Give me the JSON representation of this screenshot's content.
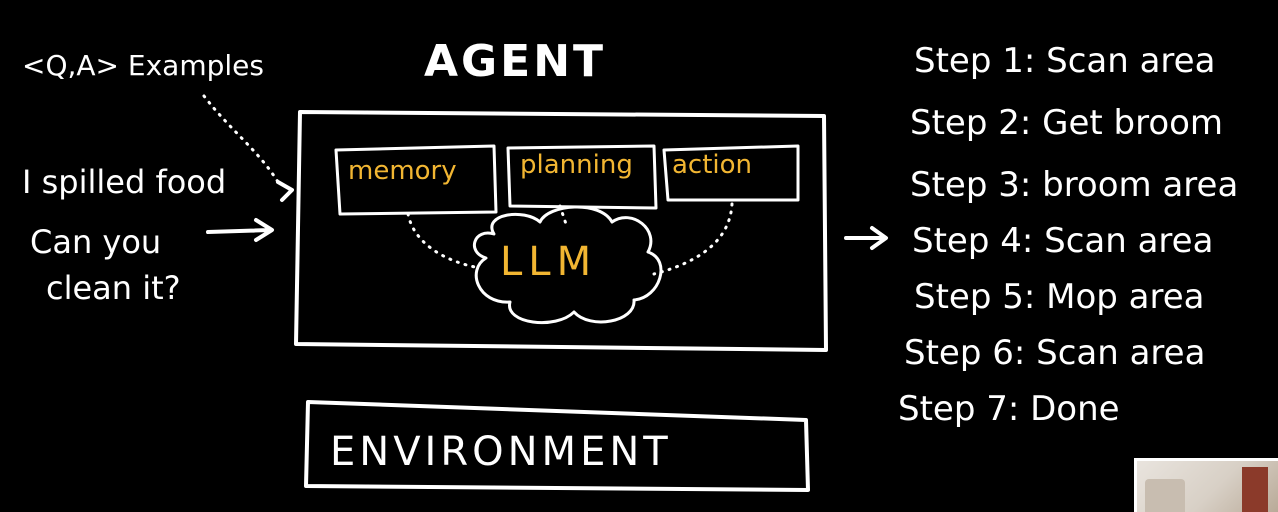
{
  "diagram": {
    "examples_label": "<Q,A> Examples",
    "agent_title": "AGENT",
    "user_query": {
      "line1": "I spilled food",
      "line2": "Can you",
      "line3": "clean it?"
    },
    "modules": {
      "memory": "memory",
      "planning": "planning",
      "action": "action",
      "llm": "LLM"
    },
    "environment_label": "ENVIRONMENT",
    "steps": [
      "Step 1: Scan area",
      "Step 2: Get broom",
      "Step 3: broom area",
      "Step 4: Scan area",
      "Step 5: Mop area",
      "Step 6: Scan area",
      "Step 7: Done"
    ]
  },
  "colors": {
    "background": "#000000",
    "ink": "#ffffff",
    "highlight": "#f2b632"
  }
}
